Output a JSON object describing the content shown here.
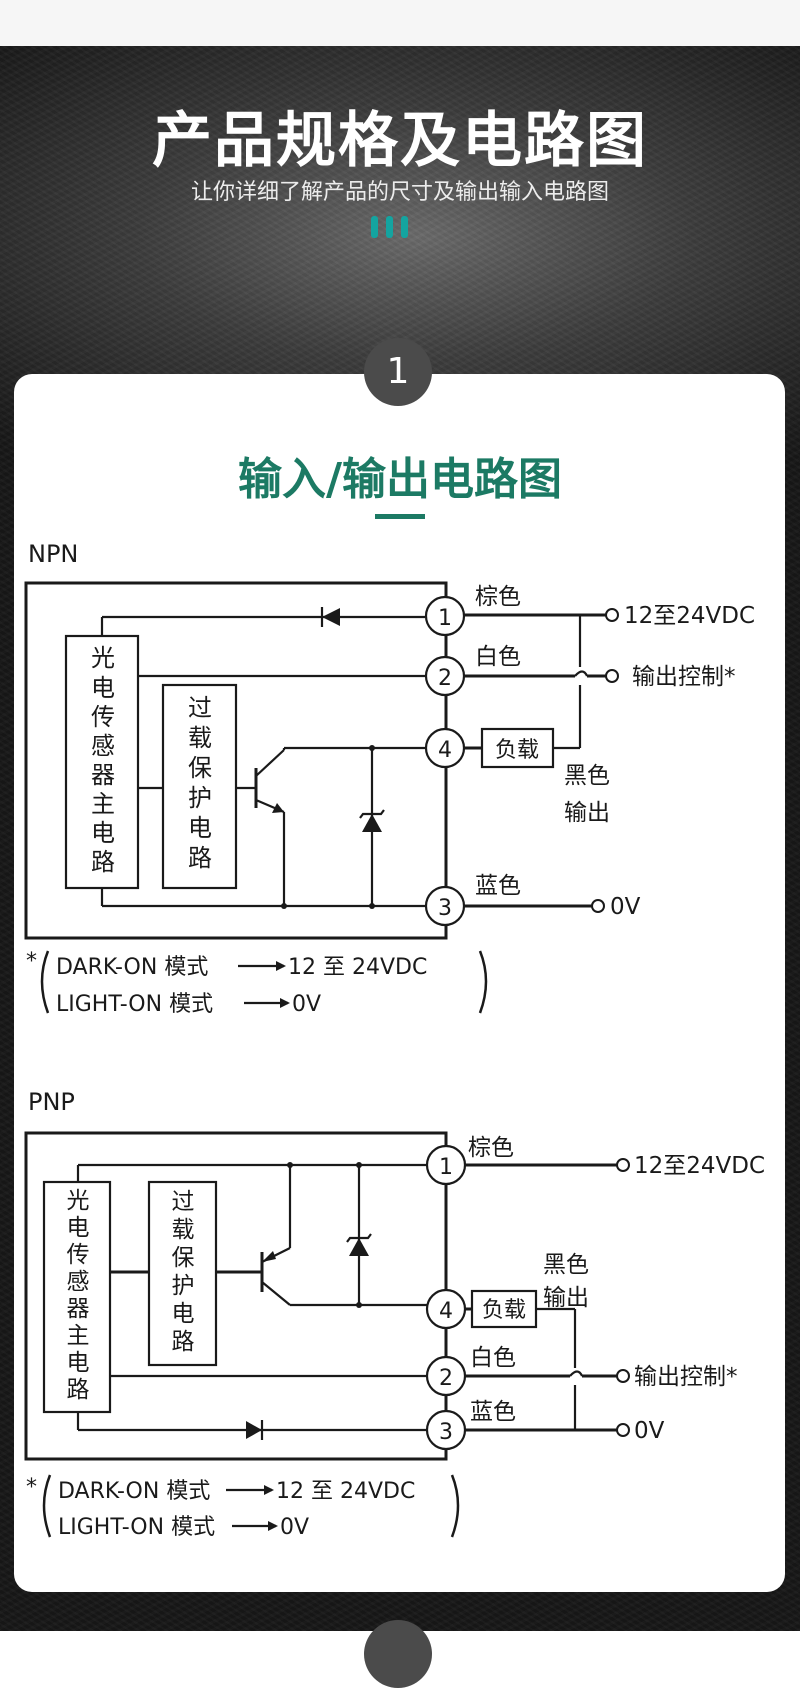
{
  "header": {
    "title": "产品规格及电路图",
    "subtitle": "让你详细了解产品的尺寸及输出输入电路图"
  },
  "step_number": "1",
  "section_title": "输入/输出电路图",
  "colors": {
    "accent": "#1c7a64",
    "bars": "#14a4a0",
    "badge": "#4b4b4b",
    "line": "#1a1a1a"
  },
  "npn": {
    "label": "NPN",
    "main_circuit": [
      "光",
      "电",
      "传",
      "感",
      "器",
      "主",
      "电",
      "路"
    ],
    "protection_circuit": [
      "过",
      "载",
      "保",
      "护",
      "电",
      "路"
    ],
    "terminals": [
      "1",
      "2",
      "4",
      "3"
    ],
    "wire_brown": "棕色",
    "wire_white": "白色",
    "wire_blue": "蓝色",
    "wire_black": [
      "黑色",
      "输出"
    ],
    "load": "负载",
    "supply": "12至24VDC",
    "output_control": "输出控制*",
    "ground": "0V",
    "note_star": "*",
    "note_dark": "DARK-ON 模式",
    "note_dark_value": "12 至 24VDC",
    "note_light": "LIGHT-ON 模式",
    "note_light_value": "0V"
  },
  "pnp": {
    "label": "PNP",
    "main_circuit": [
      "光",
      "电",
      "传",
      "感",
      "器",
      "主",
      "电",
      "路"
    ],
    "protection_circuit": [
      "过",
      "载",
      "保",
      "护",
      "电",
      "路"
    ],
    "terminals": [
      "1",
      "4",
      "2",
      "3"
    ],
    "wire_brown": "棕色",
    "wire_white": "白色",
    "wire_blue": "蓝色",
    "wire_black": [
      "黑色",
      "输出"
    ],
    "load": "负载",
    "supply": "12至24VDC",
    "output_control": "输出控制*",
    "ground": "0V",
    "note_star": "*",
    "note_dark": "DARK-ON 模式",
    "note_dark_value": "12 至 24VDC",
    "note_light": "LIGHT-ON 模式",
    "note_light_value": "0V"
  }
}
